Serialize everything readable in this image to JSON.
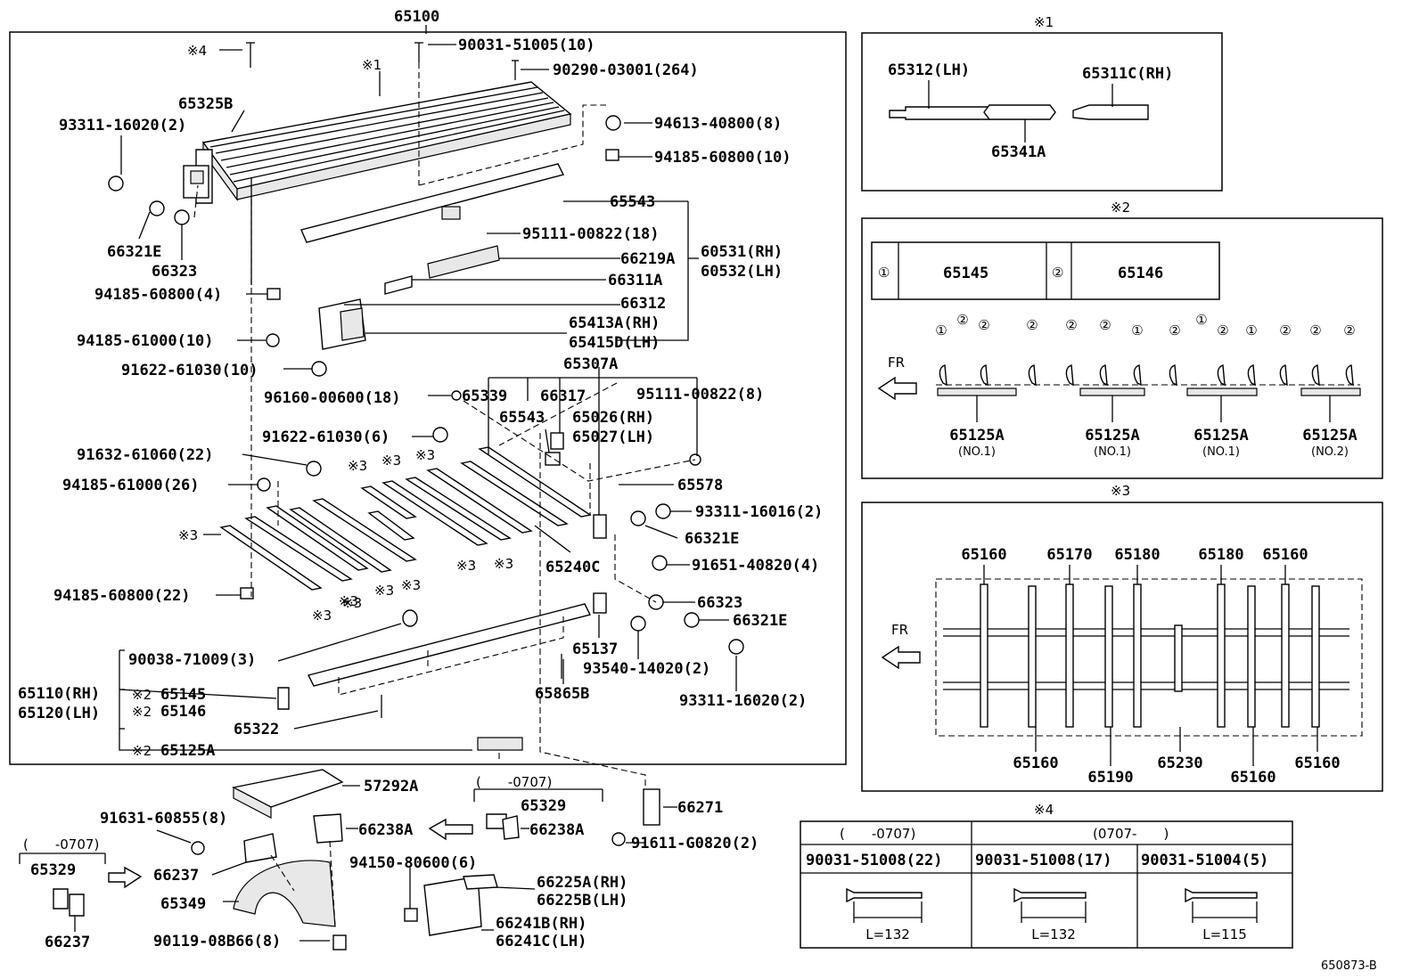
{
  "diagram_id": "650873-B",
  "main_assembly": "65100",
  "main_labels": [
    "※4",
    "90031-51005(10)",
    "90290-03001(264)",
    "※1",
    "65325B",
    "93311-16020(2)",
    "94613-40800(8)",
    "94185-60800(10)",
    "65543",
    "95111-00822(18)",
    "60531(RH)",
    "60532(LH)",
    "66219A",
    "66311A",
    "66312",
    "65413A(RH)",
    "65415D(LH)",
    "66321E",
    "66323",
    "94185-60800(4)",
    "94185-61000(10)",
    "91622-61030(10)",
    "96160-00600(18)",
    "65307A",
    "65339",
    "66317",
    "95111-00822(8)",
    "65543",
    "65026(RH)",
    "65027(LH)",
    "91622-61030(6)",
    "91632-61060(22)",
    "94185-61000(26)",
    "※3",
    "※3",
    "※3",
    "※3",
    "65578",
    "93311-16016(2)",
    "66321E",
    "※3",
    "※3",
    "※3",
    "※3",
    "65240C",
    "91651-40820(4)",
    "※3",
    "94185-60800(22)",
    "※3",
    "※3",
    "66323",
    "66321E",
    "65137",
    "93540-14020(2)",
    "90038-71009(3)",
    "65110(RH)",
    "65120(LH)",
    "※2",
    "65145",
    "※2",
    "65146",
    "65865B",
    "93311-16020(2)",
    "65322",
    "※2",
    "65125A"
  ],
  "lower_labels": [
    "57292A",
    "(　　-0707)",
    "65329",
    "66238A",
    "66238A",
    "66271",
    "91631-60855(8)",
    "91611-G0820(2)",
    "(　　-0707)",
    "65329",
    "66237",
    "94150-80600(6)",
    "66225A(RH)",
    "66225B(LH)",
    "65349",
    "66241B(RH)",
    "66241C(LH)",
    "66237",
    "90119-08B66(8)"
  ],
  "panel1": {
    "title": "※1",
    "labels": [
      "65312(LH)",
      "65311C(RH)",
      "65341A"
    ]
  },
  "panel2": {
    "title": "※2",
    "table": [
      {
        "mark": "①",
        "part": "65145"
      },
      {
        "mark": "②",
        "part": "65146"
      }
    ],
    "fr": "FR",
    "marks": [
      "①",
      "②",
      "②",
      "②",
      "②",
      "②",
      "①",
      "②",
      "①",
      "②",
      "①",
      "②",
      "②",
      "②"
    ],
    "groups": [
      {
        "part": "65125A",
        "no": "(NO.1)"
      },
      {
        "part": "65125A",
        "no": "(NO.1)"
      },
      {
        "part": "65125A",
        "no": "(NO.1)"
      },
      {
        "part": "65125A",
        "no": "(NO.2)"
      }
    ]
  },
  "panel3": {
    "title": "※3",
    "fr": "FR",
    "top_labels": [
      "65160",
      "65170",
      "65180",
      "65180",
      "65160"
    ],
    "bottom_labels": [
      "65160",
      "65190",
      "65230",
      "65160",
      "65160"
    ]
  },
  "panel4": {
    "title": "※4",
    "headers": [
      "(　　-0707)",
      "(0707-　　)"
    ],
    "columns": [
      {
        "part": "90031-51008(22)",
        "length": "L=132"
      },
      {
        "part": "90031-51008(17)",
        "length": "L=132"
      },
      {
        "part": "90031-51004(5)",
        "length": "L=115"
      }
    ]
  }
}
